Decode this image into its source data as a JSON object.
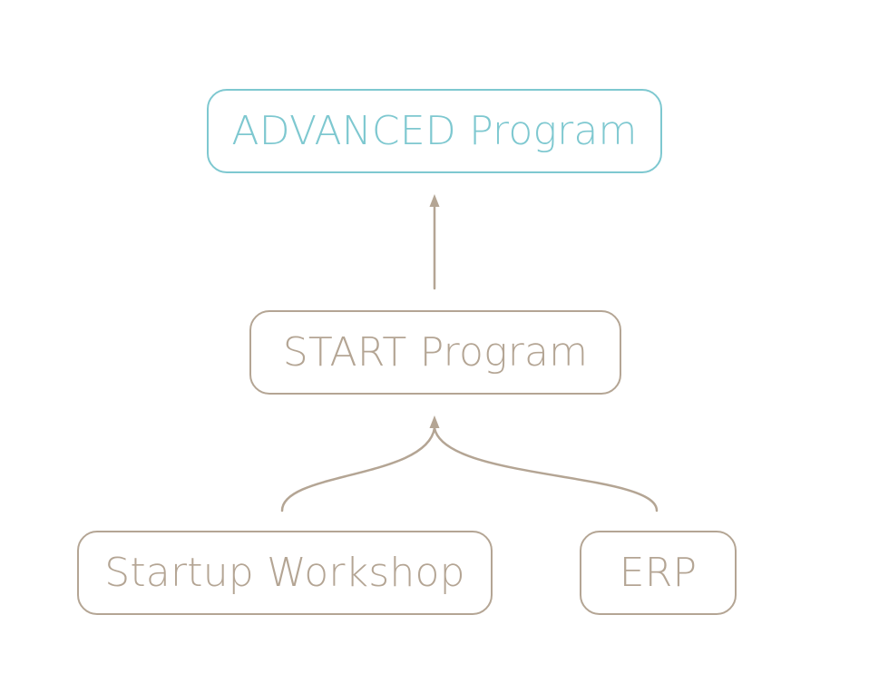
{
  "diagram": {
    "nodes": {
      "advanced": {
        "label": "ADVANCED Program"
      },
      "start": {
        "label": "START Program"
      },
      "workshop": {
        "label": "Startup Workshop"
      },
      "erp": {
        "label": "ERP"
      }
    },
    "edges": [
      {
        "from": "start",
        "to": "advanced"
      },
      {
        "from": "workshop",
        "to": "start"
      },
      {
        "from": "erp",
        "to": "start"
      }
    ],
    "colors": {
      "accent": "#7ec8d0",
      "primary": "#b4a594",
      "background": "#ffffff"
    }
  }
}
